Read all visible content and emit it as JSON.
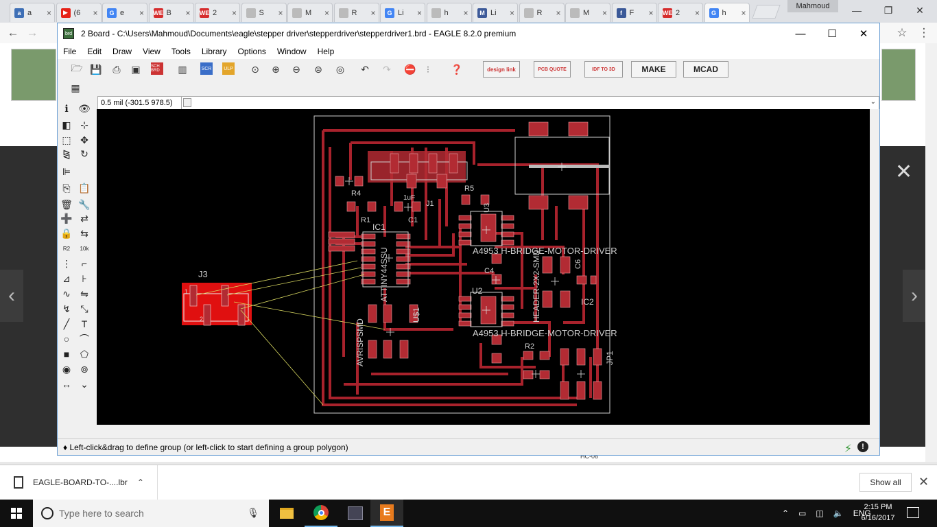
{
  "browser": {
    "tabs": [
      {
        "title": "a",
        "fav_color": "#3e6fb6",
        "fav_char": "a"
      },
      {
        "title": "(6",
        "fav_color": "#e62117",
        "fav_char": "▶"
      },
      {
        "title": "e",
        "fav_color": "#4285f4",
        "fav_char": "G"
      },
      {
        "title": "B",
        "fav_color": "#d62d2d",
        "fav_char": "WE"
      },
      {
        "title": "2",
        "fav_color": "#d62d2d",
        "fav_char": "WE"
      },
      {
        "title": "S",
        "fav_color": "#bbbbbb",
        "fav_char": ""
      },
      {
        "title": "M",
        "fav_color": "#bbbbbb",
        "fav_char": ""
      },
      {
        "title": "R",
        "fav_color": "#bbbbbb",
        "fav_char": ""
      },
      {
        "title": "Li",
        "fav_color": "#4285f4",
        "fav_char": "G"
      },
      {
        "title": "h",
        "fav_color": "#bbbbbb",
        "fav_char": ""
      },
      {
        "title": "Li",
        "fav_color": "#3d5a99",
        "fav_char": "M"
      },
      {
        "title": "R",
        "fav_color": "#bbbbbb",
        "fav_char": ""
      },
      {
        "title": "M",
        "fav_color": "#bbbbbb",
        "fav_char": ""
      },
      {
        "title": "F",
        "fav_color": "#3b5998",
        "fav_char": "f"
      },
      {
        "title": "2",
        "fav_color": "#d62d2d",
        "fav_char": "WE"
      },
      {
        "title": "h",
        "fav_color": "#4285f4",
        "fav_char": "G"
      }
    ],
    "profile": "Mahmoud"
  },
  "eagle": {
    "title": "2 Board - C:\\Users\\Mahmoud\\Documents\\eagle\\stepper driver\\stepperdriver\\stepperdriver1.brd - EAGLE 8.2.0 premium",
    "menu": [
      "File",
      "Edit",
      "Draw",
      "View",
      "Tools",
      "Library",
      "Options",
      "Window",
      "Help"
    ],
    "toolbar_buttons": {
      "design_link": "design link",
      "pcb_quote": "PCB QUOTE",
      "idf": "IDF TO 3D",
      "make": "MAKE",
      "mcad": "MCAD",
      "sch_brd": "SCH BRD",
      "scr": "SCR",
      "ulp": "ULP"
    },
    "coordinate": "0.5 mil (-301.5 978.5)",
    "command": "",
    "status": "♦ Left-click&drag to define group (or left-click to start defining a group polygon)"
  },
  "board": {
    "labels": {
      "j3": "J3",
      "j1": "J1",
      "r4": "R4",
      "r1": "R1",
      "r5": "R5",
      "r2": "R2",
      "c1": "C1",
      "c1_value": "1uF",
      "ic1": "IC1",
      "ic2": "IC2",
      "ic1_part": "ATTINY44SSU",
      "u1": "U$1",
      "u2": "U2",
      "u3": "U3",
      "driver1": "A4953 H-BRIDGE-MOTOR-DRIVER",
      "driver2": "A4953 H-BRIDGE-MOTOR-DRIVER",
      "avrisp": "AVRISPSMD",
      "header": "HEADER-2X2-SMD",
      "jp1": "JP1",
      "c4": "C4",
      "c6": "C6",
      "pin1": "1",
      "pin2": "2"
    },
    "colors": {
      "pad": "#b22b33",
      "trace": "#a8222c",
      "outline": "#cfcfcf",
      "airwire": "#d8d860",
      "background": "#000000"
    }
  },
  "download": {
    "filename": "EAGLE-BOARD-TO-....lbr",
    "show_all": "Show all"
  },
  "taskbar": {
    "search_placeholder": "Type here to search",
    "time": "2:15 PM",
    "date": "6/16/2017",
    "lang": "ENG"
  },
  "web": {
    "module_label": "HC-06"
  }
}
